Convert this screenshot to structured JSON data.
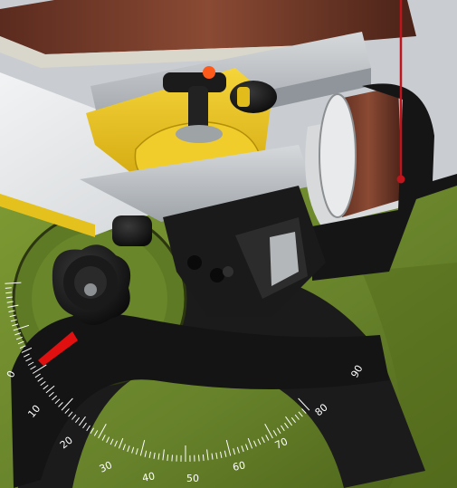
{
  "scale": {
    "labels": [
      "0",
      "10",
      "20",
      "30",
      "40",
      "50",
      "60",
      "70",
      "80",
      "90"
    ]
  },
  "colors": {
    "background": "#c9cdd1",
    "housing_green": "#6f8a2a",
    "housing_dark": "#4d6418",
    "belt_brown": "#7a3f2c",
    "fence_yellow": "#e8c21a",
    "aluminum": "#b9bdc1",
    "callout_red": "#c0151d",
    "pointer_red": "#e01010",
    "scale_black": "#141414"
  }
}
